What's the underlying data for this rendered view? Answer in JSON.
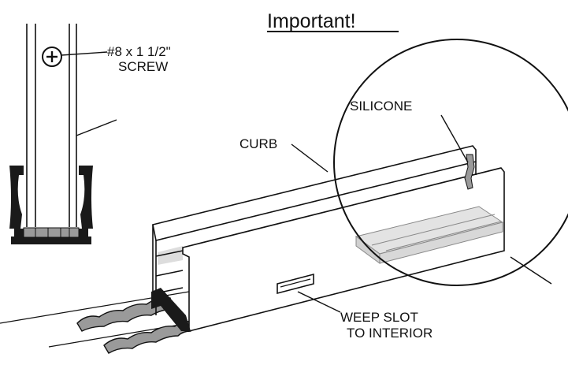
{
  "title": "Important!",
  "labels": {
    "screw_line1": "#8 x 1 1/2\"",
    "screw_line2": "SCREW",
    "curb": "CURB",
    "silicone": "SILICONE",
    "weep_line1": "WEEP SLOT",
    "weep_line2": "TO INTERIOR"
  },
  "colors": {
    "ink": "#111111",
    "gasket": "#1a1a1a",
    "silicone_gray": "#9a9a9a",
    "setting_block": "#e3e3e3",
    "paper": "#ffffff"
  },
  "icons": {
    "screw_head": "phillips-screw-head"
  }
}
